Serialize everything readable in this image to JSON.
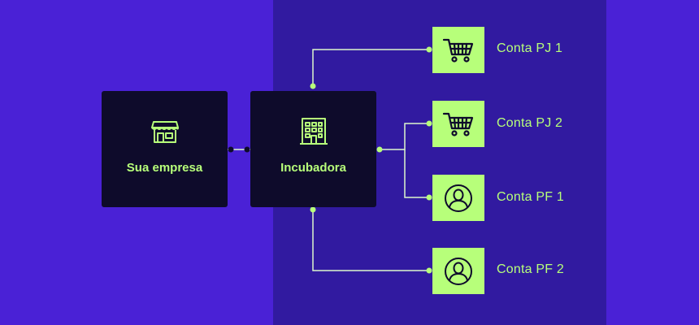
{
  "colors": {
    "background": "#4A21D6",
    "panel": "#311AA0",
    "card": "#0E0B2B",
    "accent": "#B7FF7A",
    "line": "#DDF7CC",
    "icon_dark": "#0E0B2B"
  },
  "nodes": {
    "company": {
      "label": "Sua empresa",
      "icon": "storefront-icon"
    },
    "incubator": {
      "label": "Incubadora",
      "icon": "building-icon"
    }
  },
  "accounts": [
    {
      "label": "Conta PJ 1",
      "icon": "shopping-cart-icon"
    },
    {
      "label": "Conta PJ 2",
      "icon": "shopping-cart-icon"
    },
    {
      "label": "Conta PF 1",
      "icon": "user-icon"
    },
    {
      "label": "Conta PF 2",
      "icon": "user-icon"
    }
  ]
}
